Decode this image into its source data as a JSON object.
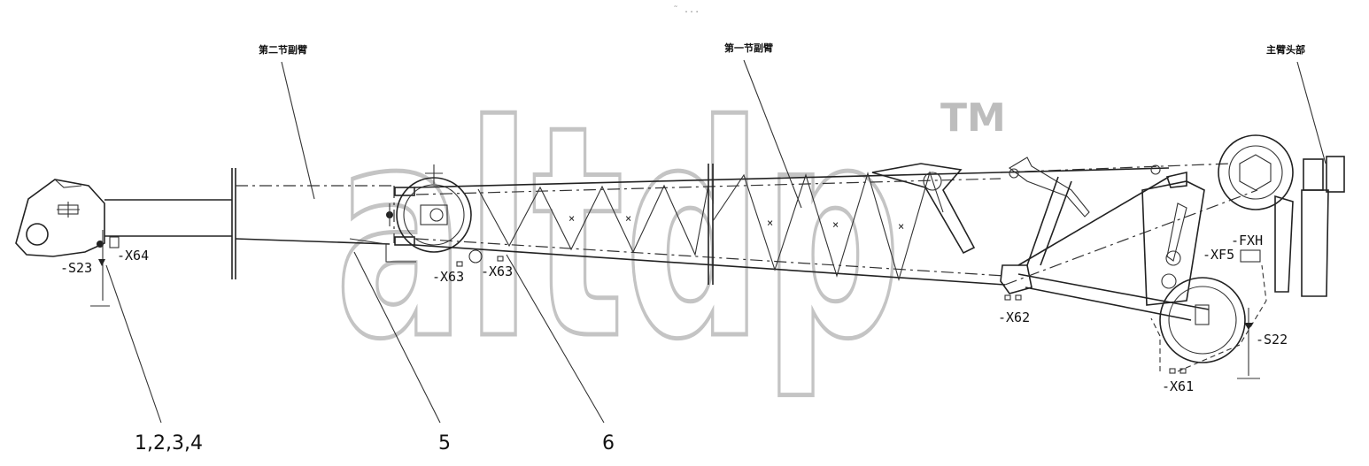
{
  "watermark": {
    "text": "altdp",
    "tm": "TM",
    "color": "#c4c4c4"
  },
  "top_mark": "˜ ...",
  "section_labels": {
    "second_jib": "第二节副臂",
    "first_jib": "第一节副臂",
    "main_boom_head": "主臂头部"
  },
  "component_labels": {
    "s23": "-S23",
    "x64": "-X64",
    "x63_a": "-X63",
    "x63_b": "-X63",
    "x62": "-X62",
    "xf5": "-XF5",
    "fxh": "-FXH",
    "s22": "-S22",
    "x61": "-X61"
  },
  "callouts": {
    "c1": "1,2,3,4",
    "c5": "5",
    "c6": "6"
  }
}
